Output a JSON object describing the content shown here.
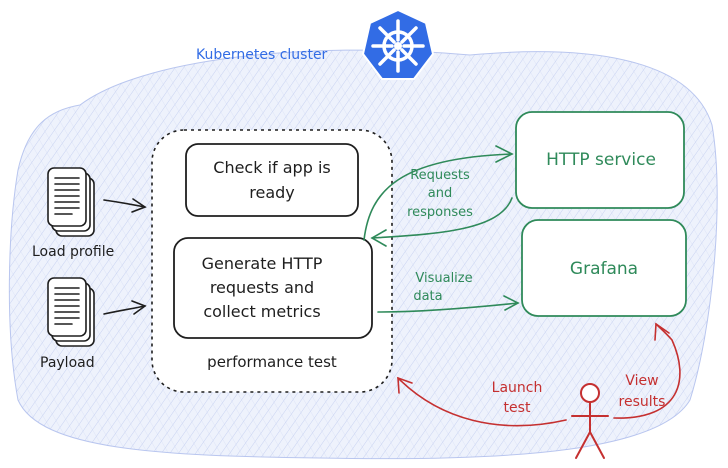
{
  "cluster": {
    "label": "Kubernetes cluster",
    "logo": "kubernetes-helm-icon"
  },
  "inputs": [
    {
      "label": "Load profile",
      "icon": "document-stack-icon"
    },
    {
      "label": "Payload",
      "icon": "document-stack-icon"
    }
  ],
  "perf_test": {
    "label": "performance test",
    "check_box": {
      "line1": "Check if app is",
      "line2": "ready"
    },
    "generate_box": {
      "line1": "Generate HTTP",
      "line2": "requests and",
      "line3": "collect metrics"
    }
  },
  "services": {
    "http": "HTTP service",
    "grafana": "Grafana"
  },
  "edges": {
    "requests": {
      "line1": "Requests",
      "line2": "and",
      "line3": "responses"
    },
    "visualize": {
      "line1": "Visualize",
      "line2": "data"
    },
    "launch": {
      "line1": "Launch",
      "line2": "test"
    },
    "view": {
      "line1": "View",
      "line2": "results"
    }
  },
  "colors": {
    "cluster_blue": "#326ce5",
    "green": "#2f8a5a",
    "red": "#c53030",
    "ink": "#1e1e1e"
  }
}
